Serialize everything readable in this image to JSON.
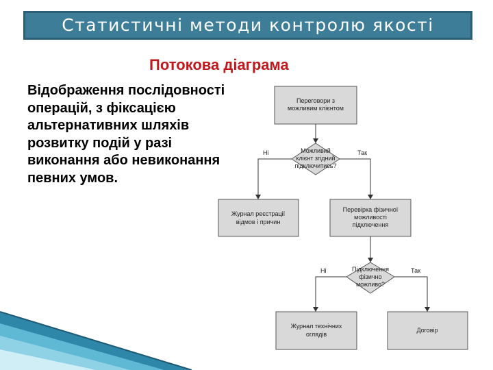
{
  "title": "Статистичні методи контролю якості",
  "subtitle": "Потокова діаграма",
  "description": "Відображення послідовності операцій, з фіксацією альтернативних шляхів розвитку подій у разі виконання або невиконання певних умов.",
  "colors": {
    "title_bar": "#3e7d98",
    "subtitle": "#c0181c",
    "node_fill": "#d9d9d9"
  },
  "flowchart": {
    "start": [
      "Переговори з",
      "можливим клієнтом"
    ],
    "decision1": [
      "Можливий",
      "клієнт згідний",
      "підключитись?"
    ],
    "decision1_no": "Ні",
    "decision1_yes": "Так",
    "reject_log": [
      "Журнал реєстрації",
      "відмов і причин"
    ],
    "check": [
      "Перевірка фізичної",
      "можливості",
      "підключення"
    ],
    "decision2": [
      "Підключення",
      "фізично",
      "можливо?"
    ],
    "decision2_no": "Ні",
    "decision2_yes": "Так",
    "tech_log": [
      "Журнал технічних",
      "оглядів"
    ],
    "contract": [
      "Договір"
    ]
  }
}
